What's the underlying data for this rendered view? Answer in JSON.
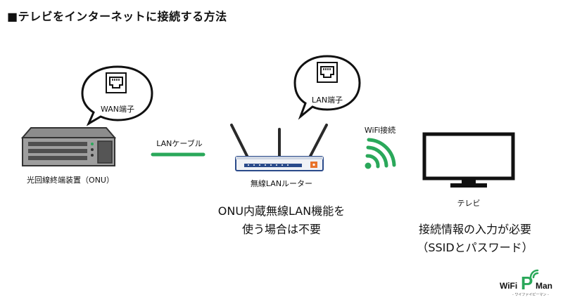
{
  "title": "■テレビをインターネットに接続する方法",
  "bubbles": {
    "wan": "WAN端子",
    "lan": "LAN端子"
  },
  "devices": {
    "onu": "光回線終端装置（ONU）",
    "router": "無線LANルーター",
    "tv": "テレビ"
  },
  "connections": {
    "cable": "LANケーブル",
    "wifi": "WiFi接続"
  },
  "notes": {
    "router_line1": "ONU内蔵無線LAN機能を",
    "router_line2": "使う場合は不要",
    "tv_line1": "接続情報の入力が必要",
    "tv_line2": "（SSIDとパスワード）"
  },
  "logo": {
    "left": "WiFi",
    "mid": "P",
    "right": "Man",
    "sub": "- ワイファイピーマン -"
  },
  "colors": {
    "accent_green": "#2aa85a",
    "device_gray": "#6f6f6f",
    "router_blue": "#2a4a8a",
    "port_orange": "#e8732a"
  }
}
